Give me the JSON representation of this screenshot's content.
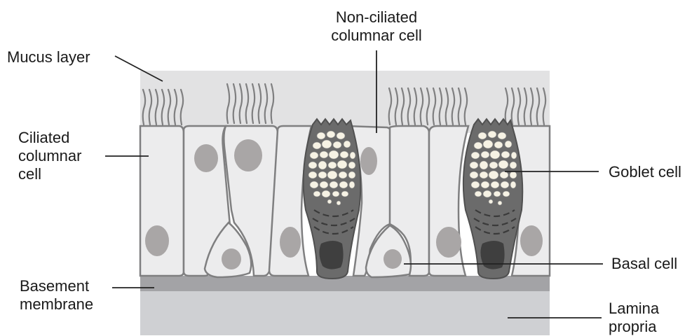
{
  "labels": {
    "mucus_layer": "Mucus layer",
    "ciliated_columnar_cell": "Ciliated\ncolumnar\ncell",
    "basement_membrane": "Basement\nmembrane",
    "non_ciliated_columnar_cell": "Non-ciliated\ncolumnar cell",
    "goblet_cell": "Goblet cell",
    "basal_cell": "Basal cell",
    "lamina_propria": "Lamina\npropria"
  },
  "colors": {
    "mucus": "#e2e2e3",
    "cell_fill": "#ececed",
    "cell_outline": "#7f7f80",
    "nucleus": "#a9a6a6",
    "goblet_fill": "#6b6b6b",
    "granule": "#f6f2e4",
    "basement_membrane": "#a3a3a6",
    "lamina_propria": "#cfd0d3",
    "leader_line": "#222222"
  }
}
